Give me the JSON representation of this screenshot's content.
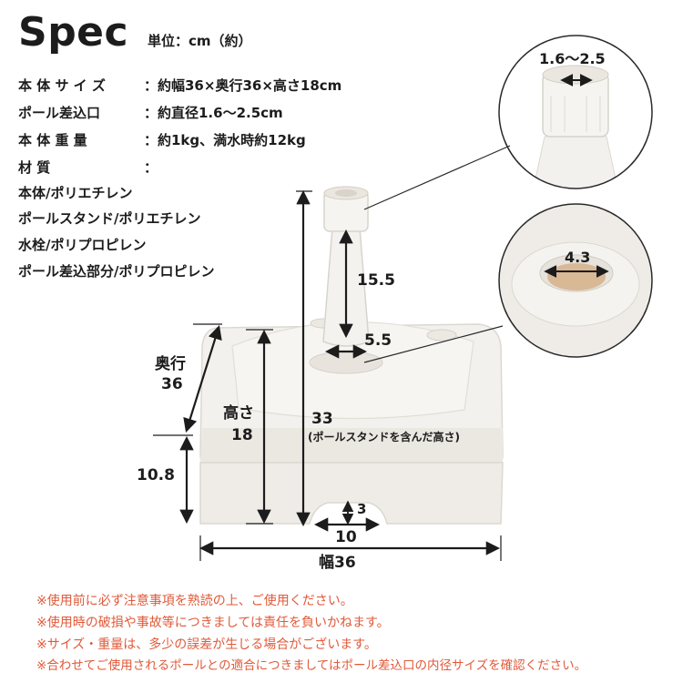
{
  "header": {
    "title": "Spec",
    "unit": "単位：cm（約）"
  },
  "specs": [
    {
      "label": "本 体 サ イ ズ",
      "value": "：約幅36×奥行36×高さ18cm"
    },
    {
      "label": "ポール差込口",
      "value": "：約直径1.6〜2.5cm"
    },
    {
      "label": "本 体 重 量",
      "value": "：約1kg、満水時約12kg"
    },
    {
      "label": "材 質",
      "value": "："
    }
  ],
  "materials": [
    "本体/ポリエチレン",
    "ポールスタンド/ポリエチレン",
    "水栓/ポリプロピレン",
    "ポール差込部分/ポリプロピレン"
  ],
  "dims": {
    "top_diameter": "1.6〜2.5",
    "inner_diameter": "4.3",
    "pole_stand_height": "15.5",
    "pole_base_width": "5.5",
    "depth_label": "奥行",
    "depth_value": "36",
    "height_label": "高さ",
    "height_value": "18",
    "total_height": "33",
    "total_height_note": "(ポールスタンドを含んだ高さ)",
    "side_height": "10.8",
    "foot_gap": "3",
    "foot_width": "10",
    "width_label": "幅36"
  },
  "notes": [
    "※使用前に必ず注意事項を熟読の上、ご使用ください。",
    "※使用時の破損や事故等につきましては責任を負いかねます。",
    "※サイズ・重量は、多少の誤差が生じる場合がございます。",
    "※合わせてご使用されるポールとの適合につきましてはポール差込口の内径サイズを確認ください。"
  ],
  "colors": {
    "text": "#1c1c1c",
    "note": "#e05a3a",
    "product": "#f2f0ec",
    "outline": "#dcd8d0",
    "insert": "#d9b896"
  }
}
